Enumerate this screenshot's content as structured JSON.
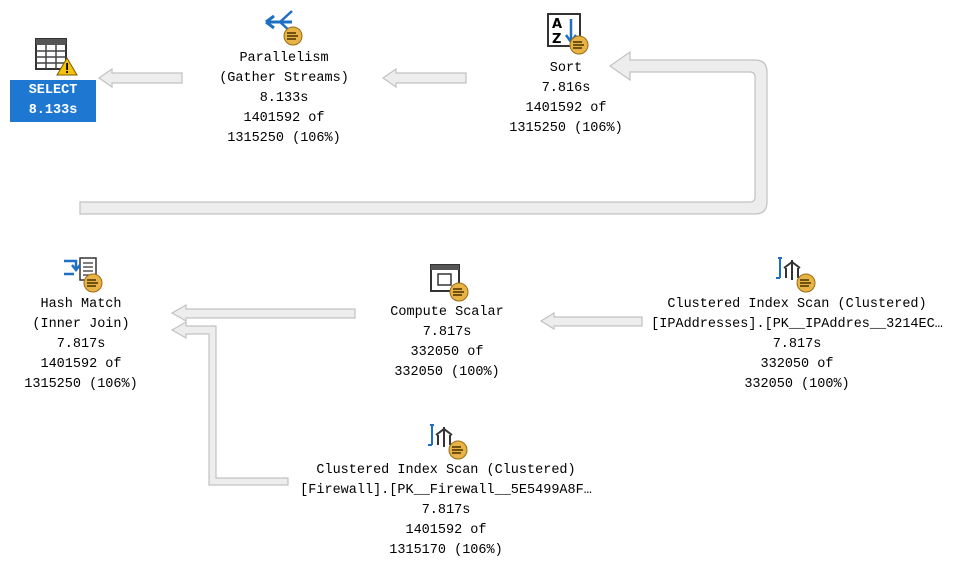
{
  "colors": {
    "arrow_fill": "#ededed",
    "arrow_stroke": "#c2c2c2",
    "selection": "#1e78d2",
    "icon_blue": "#1e6fc4",
    "icon_badge": "#e7b347",
    "warning": "#f4c20d"
  },
  "nodes": {
    "select": {
      "icon": "select-warning-icon",
      "label": "SELECT",
      "time": "8.133s"
    },
    "parallelism": {
      "icon": "parallelism-icon",
      "name": "Parallelism",
      "subname": "(Gather Streams)",
      "time": "8.133s",
      "rows": "1401592 of",
      "estimate": "1315250 (106%)"
    },
    "sort": {
      "icon": "sort-icon",
      "name": "Sort",
      "time": "7.816s",
      "rows": "1401592 of",
      "estimate": "1315250 (106%)"
    },
    "hash_match": {
      "icon": "hash-match-icon",
      "name": "Hash Match",
      "subname": "(Inner Join)",
      "time": "7.817s",
      "rows": "1401592 of",
      "estimate": "1315250 (106%)"
    },
    "compute_scalar": {
      "icon": "compute-scalar-icon",
      "name": "Compute Scalar",
      "time": "7.817s",
      "rows": "332050 of",
      "estimate": "332050 (100%)"
    },
    "index_scan_ip": {
      "icon": "clustered-index-scan-icon",
      "name": "Clustered Index Scan (Clustered)",
      "object": "[IPAddresses].[PK__IPAddres__3214EC…",
      "time": "7.817s",
      "rows": "332050 of",
      "estimate": "332050 (100%)"
    },
    "index_scan_fw": {
      "icon": "clustered-index-scan-icon",
      "name": "Clustered Index Scan (Clustered)",
      "object": "[Firewall].[PK__Firewall__5E5499A8F…",
      "time": "7.817s",
      "rows": "1401592 of",
      "estimate": "1315170 (106%)"
    }
  }
}
